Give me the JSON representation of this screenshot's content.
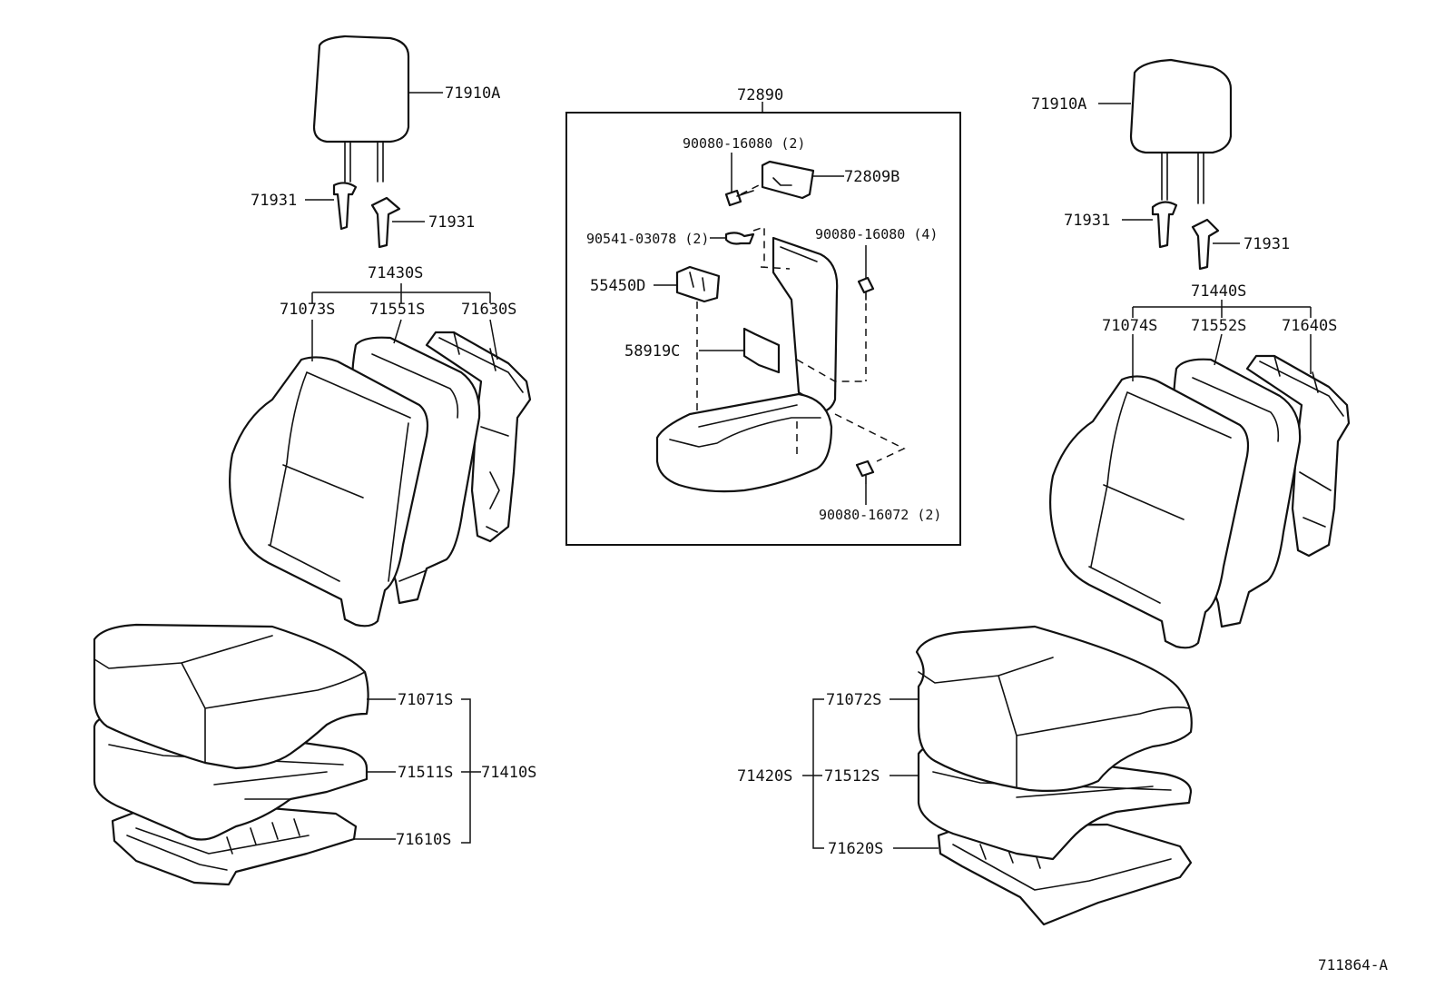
{
  "diagram_code": "711864-A",
  "left_seat": {
    "headrest": "71910A",
    "headrest_support_left": "71931",
    "headrest_support_right": "71931",
    "back_assy": "71430S",
    "back_cover": "71073S",
    "back_pad": "71551S",
    "back_frame": "71630S",
    "cushion_cover": "71071S",
    "cushion_pad": "71511S",
    "cushion_assy": "71410S",
    "cushion_frame": "71610S"
  },
  "armrest_box": {
    "assy": "72890",
    "screw_top": "90080-16080 (2)",
    "bracket": "72809B",
    "clip": "90541-03078 (2)",
    "screw_right": "90080-16080 (4)",
    "switch": "55450D",
    "plate": "58919C",
    "screw_bottom": "90080-16072 (2)"
  },
  "right_seat": {
    "headrest": "71910A",
    "headrest_support_left": "71931",
    "headrest_support_right": "71931",
    "back_assy": "71440S",
    "back_cover": "71074S",
    "back_pad": "71552S",
    "back_frame": "71640S",
    "cushion_cover": "71072S",
    "cushion_assy": "71420S",
    "cushion_pad": "71512S",
    "cushion_frame": "71620S"
  }
}
